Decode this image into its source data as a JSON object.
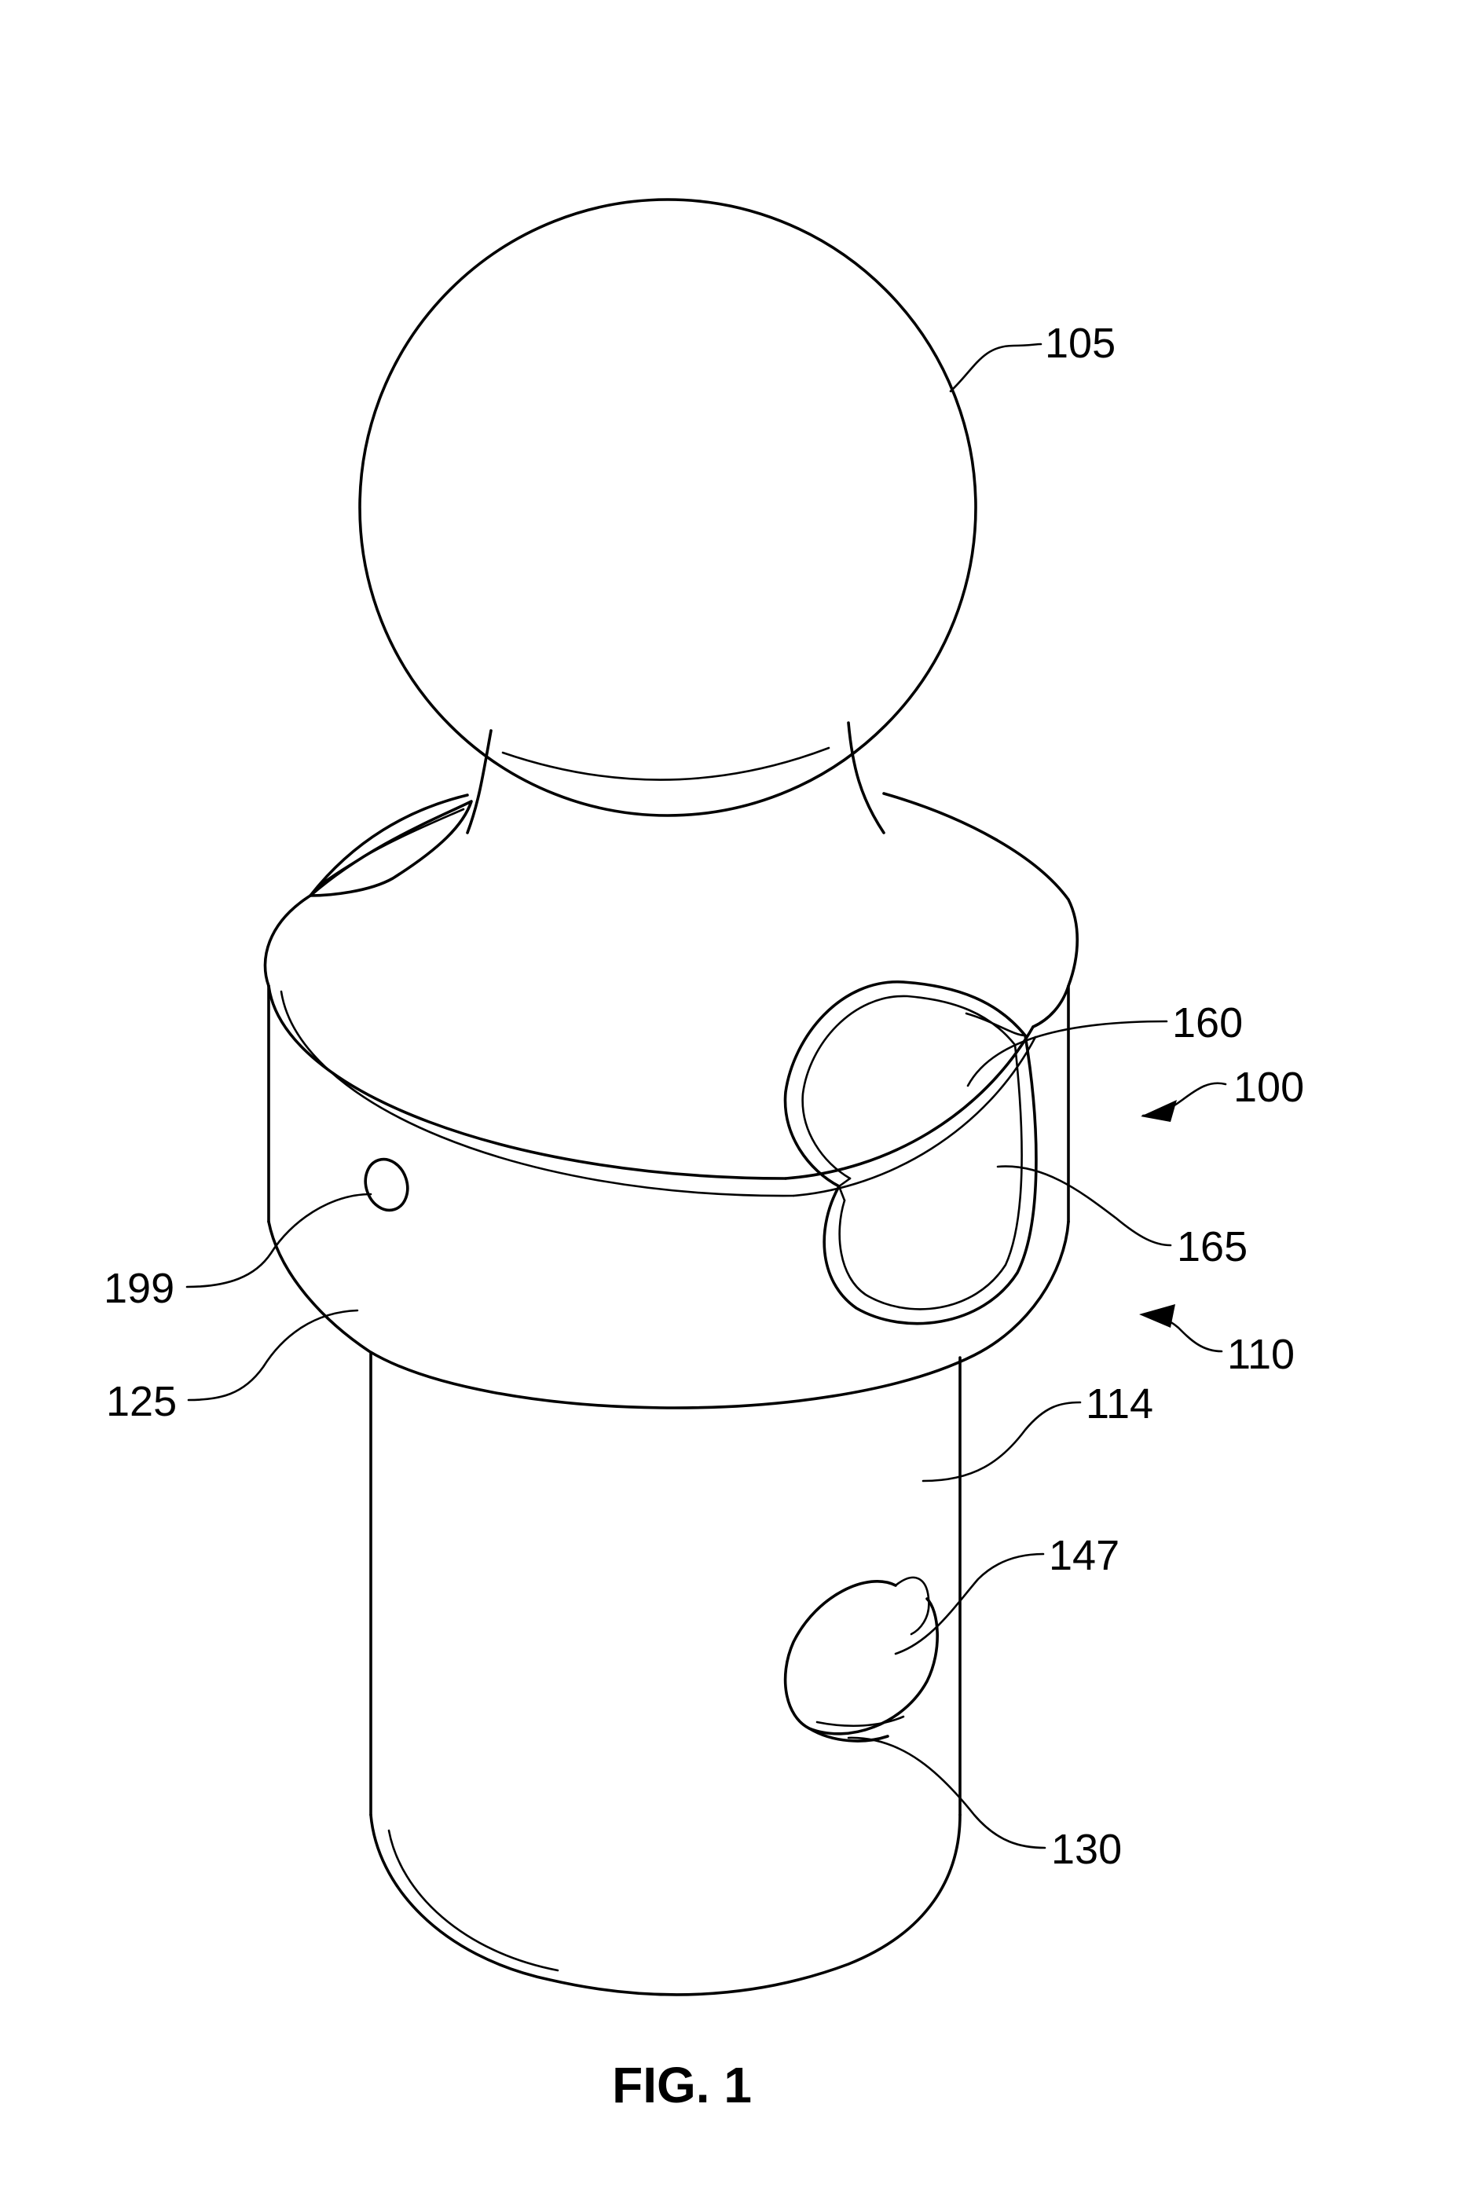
{
  "labels": {
    "ball": "105",
    "recess_outer": "160",
    "assembly": "100",
    "recess_inner": "165",
    "side_hole": "199",
    "shank_assembly": "110",
    "collar": "125",
    "shank": "114",
    "cross_bore": "147",
    "bore_edge": "130"
  },
  "caption": "FIG. 1"
}
